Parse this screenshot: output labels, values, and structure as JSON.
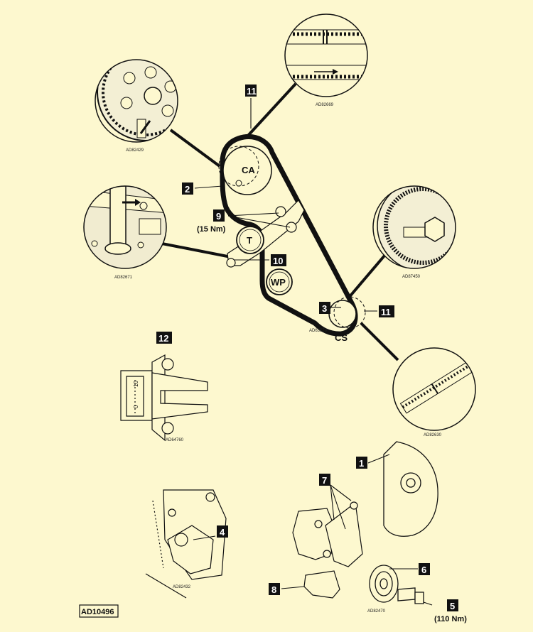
{
  "callouts": [
    "1",
    "2",
    "3",
    "4",
    "5",
    "6",
    "7",
    "8",
    "9",
    "10",
    "11",
    "12"
  ],
  "pulleys": {
    "camshaft": "CA",
    "tensioner": "T",
    "water_pump": "WP",
    "crankshaft": "CS"
  },
  "torques": {
    "callout_9": "(15 Nm)",
    "callout_5": "(110 Nm)"
  },
  "refs": {
    "camshaft_detail": "AD82429",
    "belt_marks": "AD82669",
    "tensioner_detail": "AD82671",
    "crank_detail": "AD87450",
    "crank_gear": "AD63578",
    "belt_mark_detail": "AD82630",
    "timing_tool": "AD64760",
    "bracket_detail": "AD82432",
    "damper_detail": "AD82470"
  },
  "figure_id": "AD10496",
  "timing_scale": [
    "10",
    "0"
  ],
  "colors": {
    "background": "#fdf8cf",
    "ink": "#111111",
    "callout_fill": "#111111",
    "callout_text": "#ffffff"
  }
}
